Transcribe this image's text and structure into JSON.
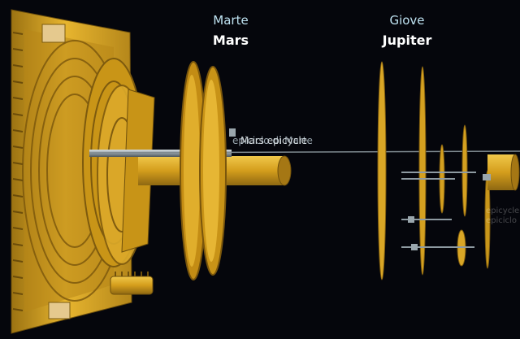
{
  "labels": {
    "mars_it": "Marte",
    "mars_en": "Mars",
    "jupiter_it": "Giove",
    "jupiter_en": "Jupiter",
    "mars_epicycle_en": "Mars epicycle",
    "mars_epicycle_it": "epiciclo di Marte",
    "epicycle_faint_en": "epicycle",
    "epicycle_faint_it": "epiciclo"
  },
  "colors": {
    "background": "#05060c",
    "brass": "#d4a020",
    "brass_dark": "#8a6410",
    "brass_light": "#f0c84a",
    "axle": "#9aa6ad"
  }
}
